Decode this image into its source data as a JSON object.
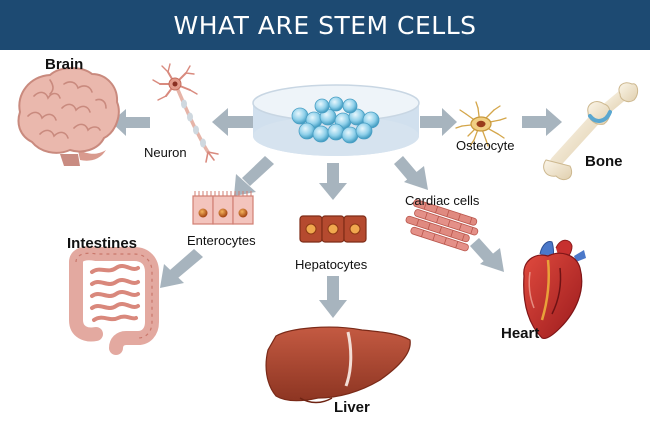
{
  "title": "WHAT ARE STEM CELLS",
  "organs": {
    "brain": "Brain",
    "bone": "Bone",
    "intestines": "Intestines",
    "liver": "Liver",
    "heart": "Heart"
  },
  "cells": {
    "neuron": "Neuron",
    "osteocyte": "Osteocyte",
    "enterocytes": "Enterocytes",
    "hepatocytes": "Hepatocytes",
    "cardiac": "Cardiac cells"
  },
  "colors": {
    "header": "#1d4a72",
    "arrow": "#a7b4be",
    "brain": "#e9b7ae",
    "liver": "#a9432e",
    "heart": "#c0282a",
    "bone": "#f2e6cf",
    "dish": "#dfe9f3",
    "stem_cell": "#7fc7e6"
  },
  "icons": [
    "petri-dish-icon",
    "neuron-icon",
    "osteocyte-icon",
    "enterocytes-icon",
    "hepatocytes-icon",
    "cardiac-cells-icon",
    "brain-icon",
    "bone-icon",
    "intestines-icon",
    "liver-icon",
    "heart-icon"
  ]
}
